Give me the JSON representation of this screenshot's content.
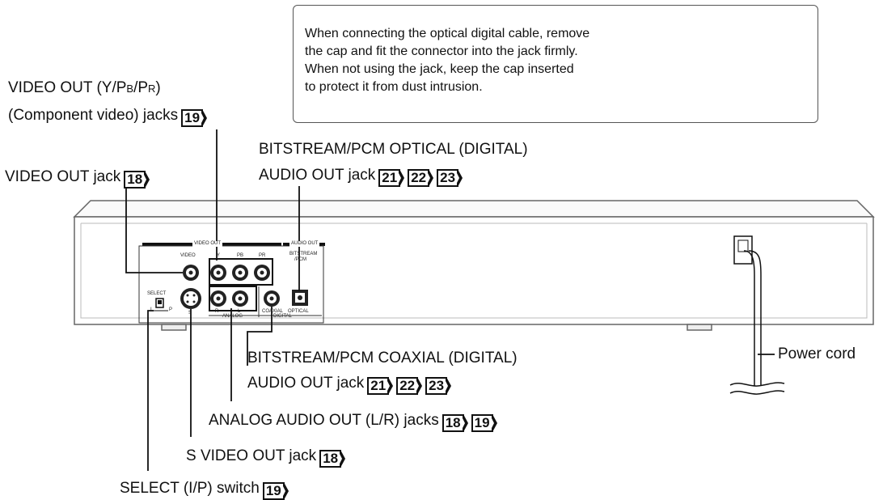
{
  "note": {
    "lines": [
      "When connecting the optical digital cable, remove",
      "the cap and fit the connector into the jack firmly.",
      "When not using the jack, keep the cap inserted",
      "to protect it from dust intrusion."
    ]
  },
  "callouts": {
    "video_out_ypbpr_line1_pre": "VIDEO OUT (Y/P",
    "video_out_ypbpr_line1_b": "B",
    "video_out_ypbpr_line1_mid": "/P",
    "video_out_ypbpr_line1_r": "R",
    "video_out_ypbpr_line1_post": ")",
    "component_line2": "(Component video) jacks",
    "component_refs": [
      "19"
    ],
    "video_out_jack": "VIDEO OUT jack",
    "video_out_jack_refs": [
      "18"
    ],
    "optical_line1": "BITSTREAM/PCM OPTICAL (DIGITAL)",
    "optical_line2": "AUDIO OUT jack",
    "optical_refs": [
      "21",
      "22",
      "23"
    ],
    "coaxial_line1": "BITSTREAM/PCM COAXIAL (DIGITAL)",
    "coaxial_line2": "AUDIO OUT jack",
    "coaxial_refs": [
      "21",
      "22",
      "23"
    ],
    "analog": "ANALOG AUDIO OUT (L/R) jacks",
    "analog_refs": [
      "18",
      "19"
    ],
    "svideo": "S VIDEO OUT jack",
    "svideo_refs": [
      "18"
    ],
    "select": "SELECT (I/P) switch",
    "select_refs": [
      "19"
    ],
    "power_cord": "Power cord"
  },
  "panel": {
    "video_out": "VIDEO OUT",
    "audio_out": "AUDIO OUT",
    "video": "VIDEO",
    "y": "Y",
    "pb": "PB",
    "pr": "PR",
    "bitstream_pcm_1": "BITSTREAM",
    "bitstream_pcm_2": "/PCM",
    "select": "SELECT",
    "i": "I",
    "p": "P",
    "s": "S",
    "r": "R",
    "l": "L",
    "analog": "ANALOG",
    "coaxial": "COAXIAL",
    "optical": "OPTICAL",
    "digital": "DIGITAL"
  }
}
